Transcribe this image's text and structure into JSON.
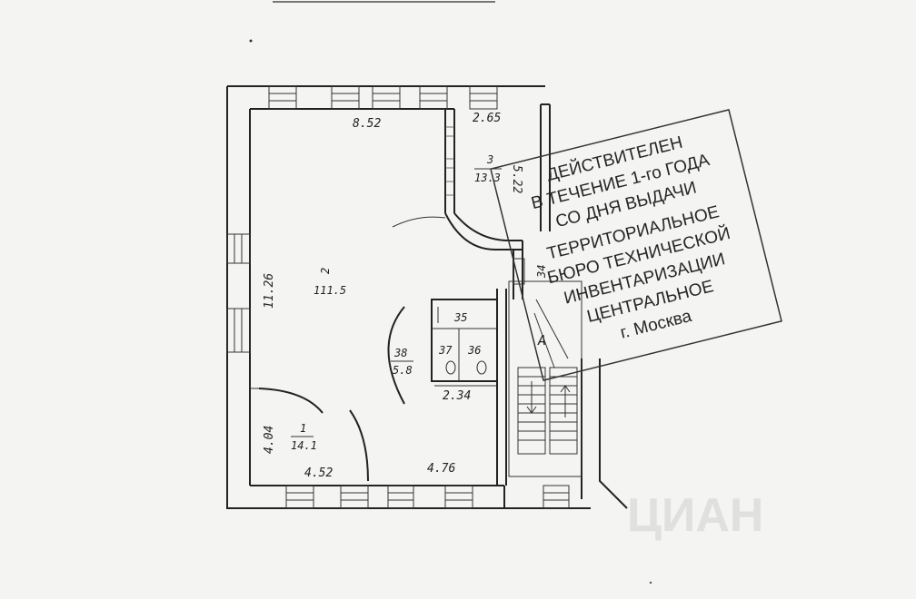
{
  "dimensions": {
    "top_main": "8.52",
    "top_room3": "2.65",
    "room3_side": "5.22",
    "left_side": "11.26",
    "left_lower": "4.04",
    "bottom_left": "4.52",
    "bottom_right": "4.76",
    "wc_width": "2.34"
  },
  "rooms": [
    {
      "number": "2",
      "area": "111.5"
    },
    {
      "number": "3",
      "area": "13.3"
    },
    {
      "number": "38",
      "area": "5.8"
    },
    {
      "number": "1",
      "area": "14.1"
    },
    {
      "number": "35",
      "area": ""
    },
    {
      "number": "37",
      "area": ""
    },
    {
      "number": "36",
      "area": ""
    },
    {
      "number": "34",
      "area": ""
    }
  ],
  "stair_marker": "A",
  "stamp": {
    "lines": [
      "ДЕЙСТВИТЕЛЕН",
      "В ТЕЧЕНИЕ 1-го ГОДА",
      "СО ДНЯ ВЫДАЧИ",
      "ТЕРРИТОРИАЛЬНОЕ",
      "БЮРО ТЕХНИЧЕСКОЙ",
      "ИНВЕНТАРИЗАЦИИ",
      "ЦЕНТРАЛЬНОЕ",
      "г. Москва"
    ]
  },
  "watermark": "ЦИАН",
  "colors": {
    "ink": "#222222",
    "paper": "#f4f4f2"
  }
}
